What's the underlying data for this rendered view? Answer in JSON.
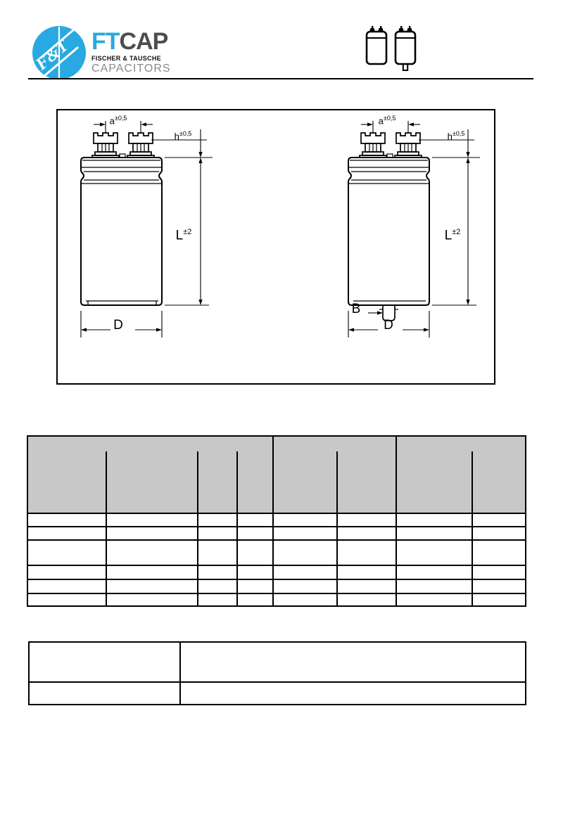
{
  "brand": {
    "monogram": "F&T",
    "name_part1": "FT",
    "name_part2": "CAP",
    "subtitle": "FISCHER & TAUSCHE",
    "tagline": "CAPACITORS",
    "colors": {
      "blue": "#29A9E1",
      "dark_gray": "#4D4D4F",
      "light_gray": "#87898C"
    }
  },
  "drawings": {
    "dim_a": "a",
    "dim_a_tol": "±0,5",
    "dim_h": "h",
    "dim_h_tol": "±0,5",
    "dim_l": "L",
    "dim_l_tol": "±2",
    "dim_d": "D",
    "dim_b": "B"
  },
  "specs_table": {
    "header_bg": "#C8C8C8",
    "columns": 8,
    "header_top_groups": 3,
    "body_rows": 6,
    "visible_text": ""
  },
  "info_table": {
    "rows": 2,
    "columns": 2,
    "visible_text": ""
  }
}
